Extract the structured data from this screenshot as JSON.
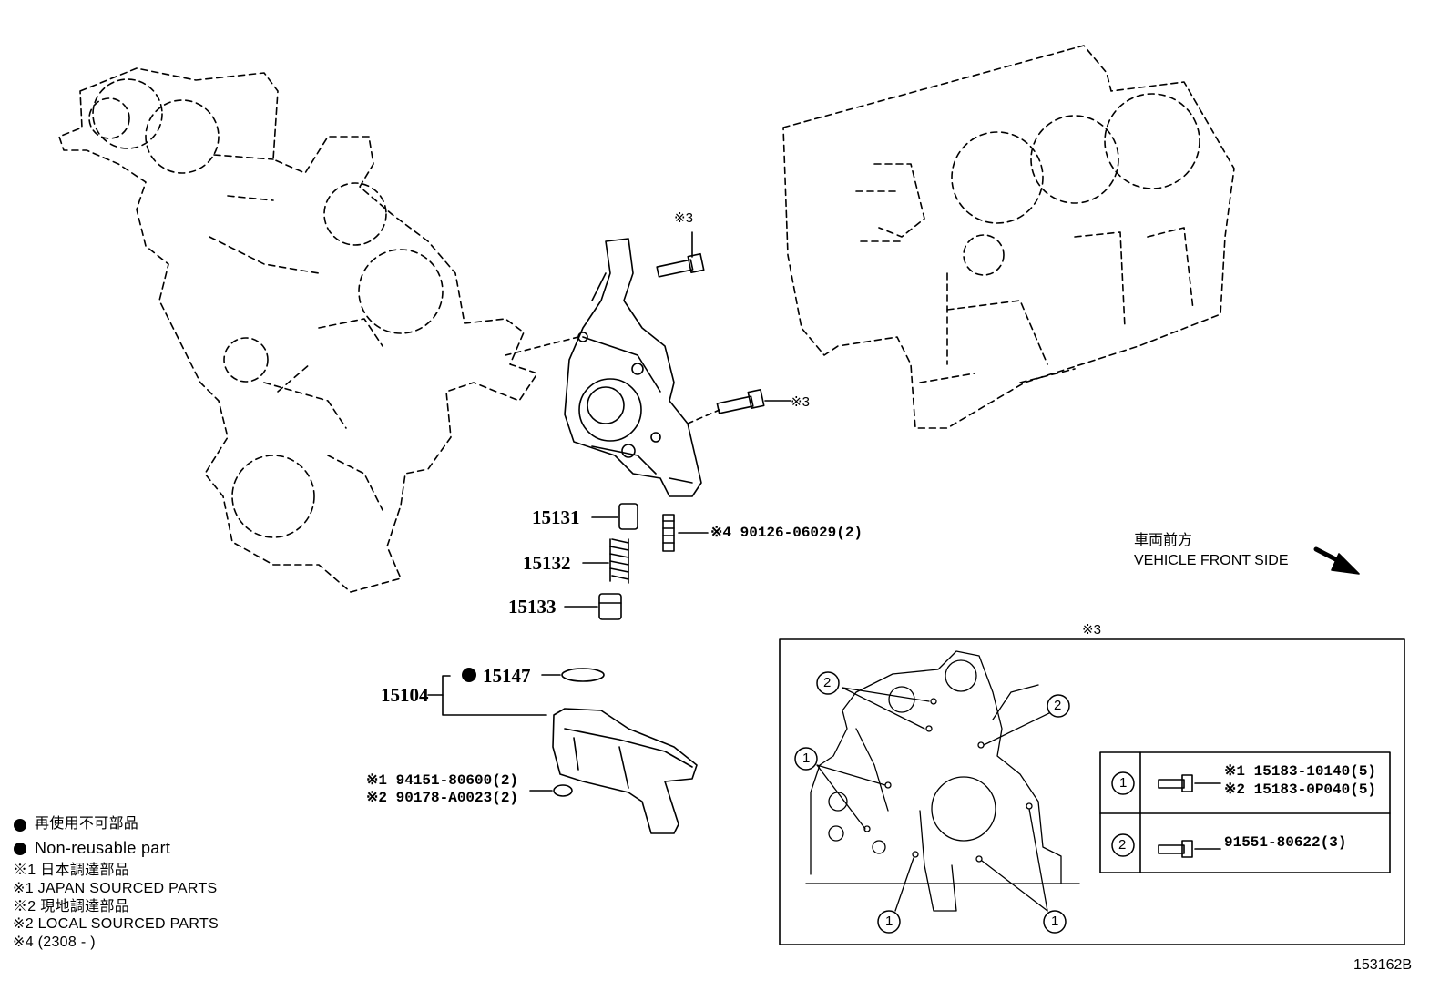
{
  "parts": {
    "p15131": "15131",
    "p15132": "15132",
    "p15133": "15133",
    "p15104": "15104",
    "p15147": "15147",
    "stud": "※4 90126-06029(2)",
    "nut1": "※1 94151-80600(2)",
    "nut2": "※2 90178-A0023(2)"
  },
  "marks": {
    "m3_top": "※3",
    "m3_mid": "※3",
    "m3_box": "※3"
  },
  "direction": {
    "jp": "車両前方",
    "en": "VEHICLE FRONT SIDE"
  },
  "inset": {
    "callout_1": "1",
    "callout_2": "2",
    "row1_a": "※1 15183-10140(5)",
    "row1_b": "※2 15183-0P040(5)",
    "row2": "91551-80622(3)"
  },
  "legend": {
    "nonreuse_jp": "再使用不可部品",
    "nonreuse_en": "Non-reusable part",
    "n1_jp": "※1  日本調達部品",
    "n1_en": "※1  JAPAN SOURCED PARTS",
    "n2_jp": "※2  現地調達部品",
    "n2_en": "※2  LOCAL SOURCED PARTS",
    "n4": "※4 (2308  -        )"
  },
  "figure_id": "153162B"
}
